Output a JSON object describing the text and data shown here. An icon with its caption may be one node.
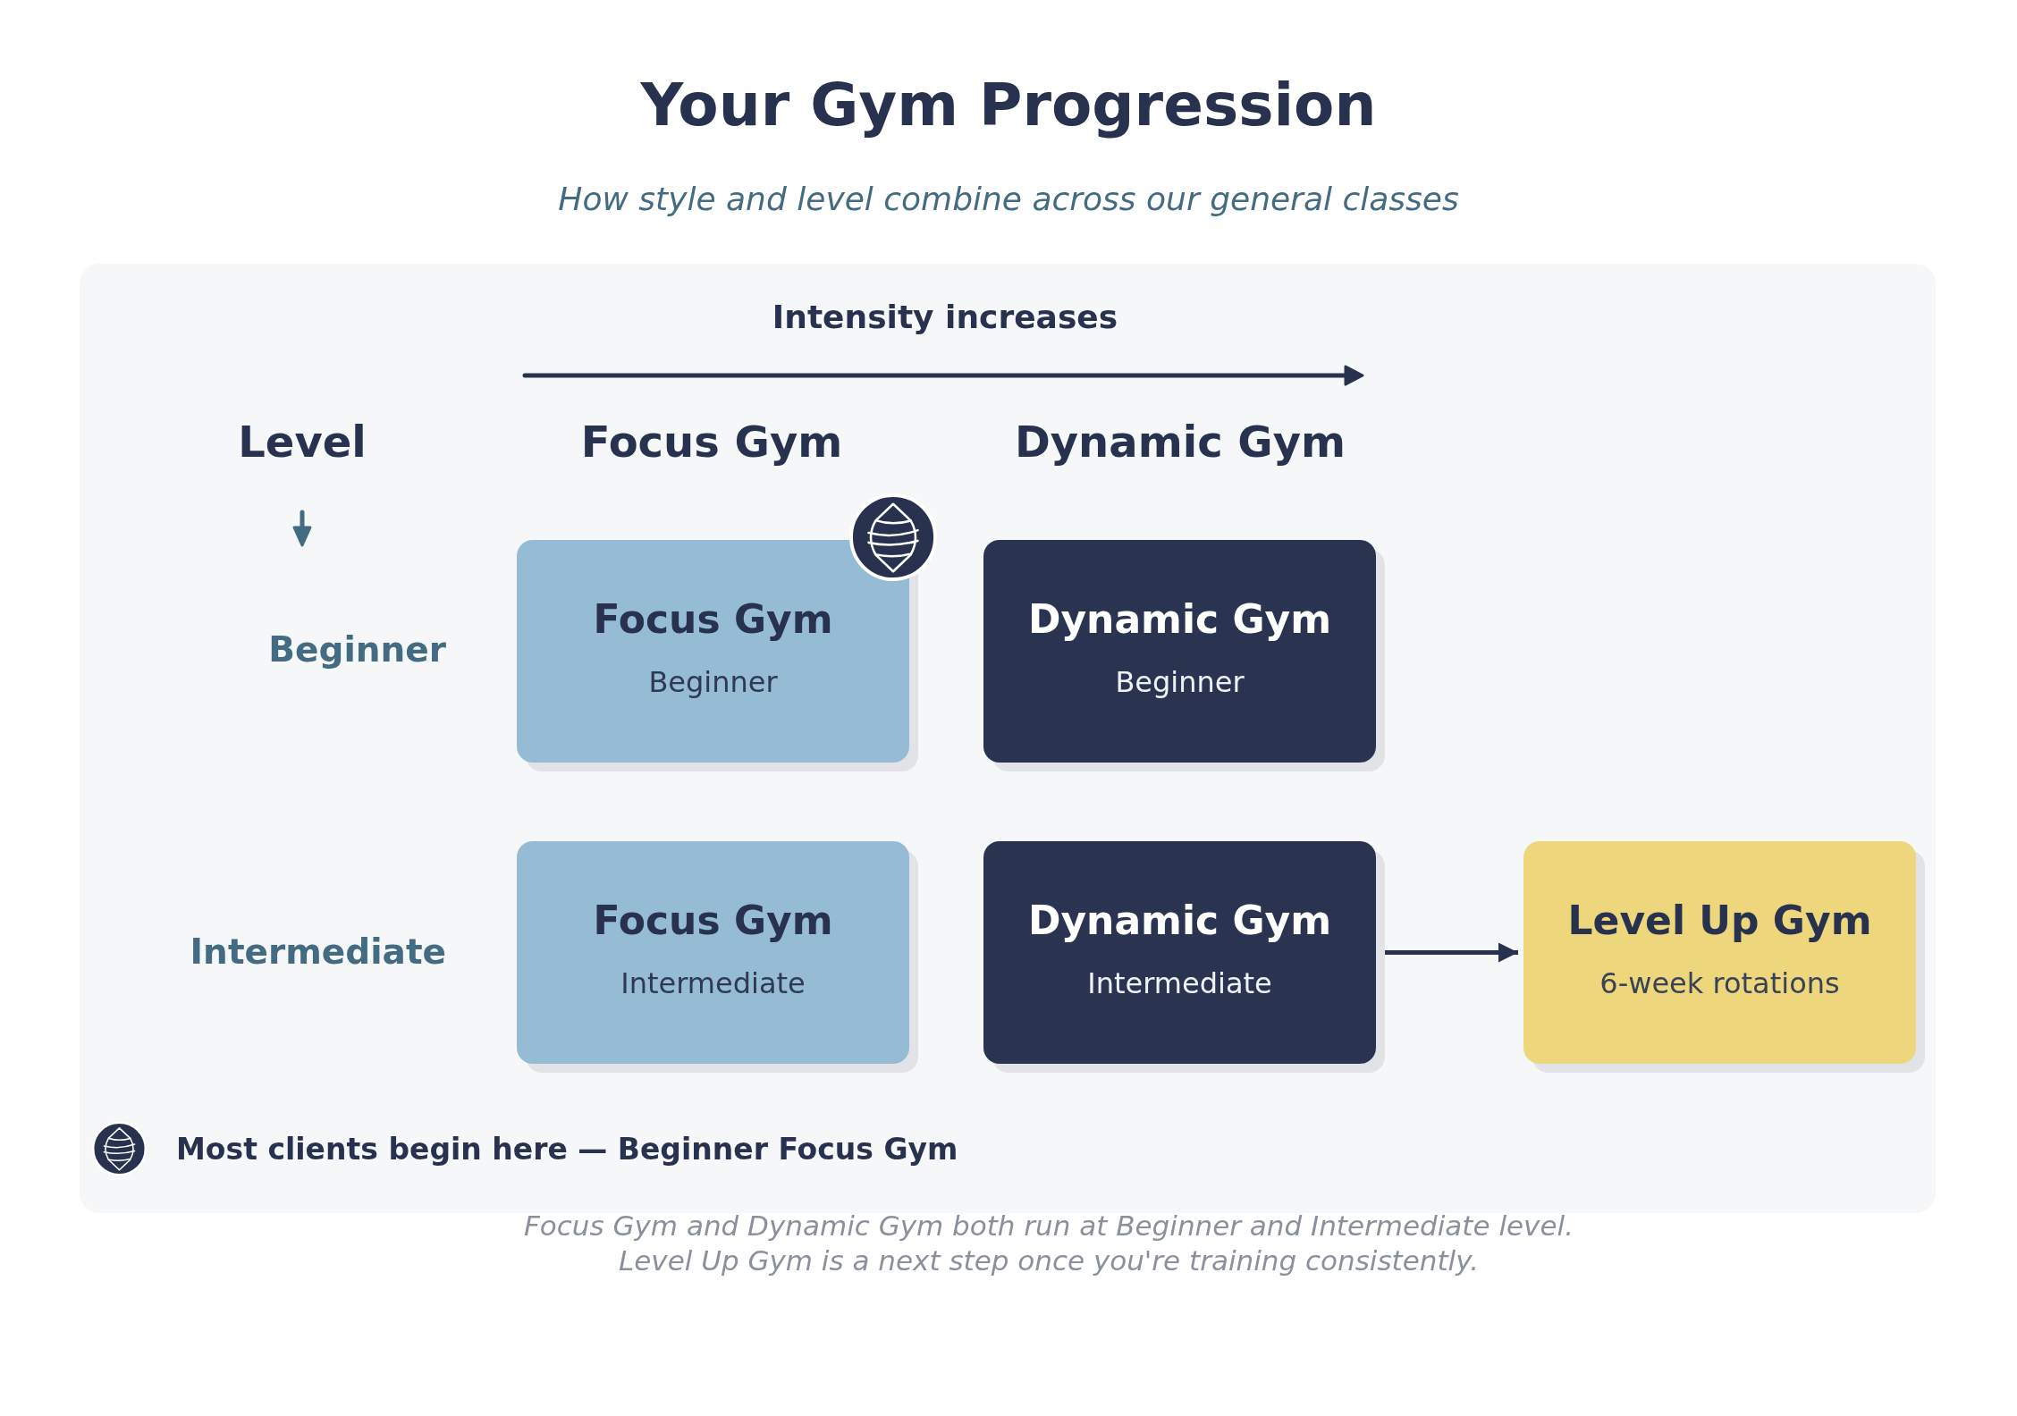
{
  "diagram": {
    "title": "Your Gym Progression",
    "caption": "Focus Gym and Dynamic Gym both run at Beginner and Intermediate level. Level Up Gym is a next step once you're training consistently.",
    "nodes": [
      {
        "text": [
          "Focus Gym",
          "Beginner"
        ]
      },
      {
        "text": [
          "Dynamic Gym",
          "Beginner"
        ]
      },
      {
        "text": [
          "Focus Gym",
          "Intermediate"
        ]
      },
      {
        "text": [
          "Dynamic Gym",
          "Intermediate"
        ]
      },
      {
        "text": [
          "Level Up Gym",
          "6-week rotations"
        ]
      }
    ],
    "edges": [
      {
        "from": 3,
        "to": 4,
        "arrow": "to"
      }
    ],
    "labels": [
      "How style and level combine across our general classes",
      "Intensity increases",
      "Level",
      "Focus Gym",
      "Dynamic Gym",
      "Beginner",
      "Intermediate"
    ],
    "legend": [
      {
        "text": "Most clients begin here — Beginner Focus Gym"
      }
    ]
  }
}
